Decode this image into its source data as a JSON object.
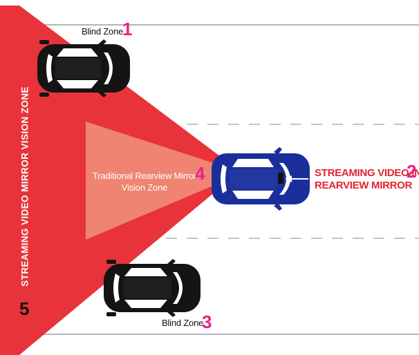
{
  "labels": {
    "blind_zone_top": "Blind Zone",
    "blind_zone_top_number": "1",
    "streaming_line1": "STREAMING VIDEO IN",
    "streaming_line2": "REARVIEW MIRROR",
    "streaming_number": "2",
    "blind_zone_bottom": "Blind Zone",
    "blind_zone_bottom_number": "3",
    "traditional_line1": "Traditional Rearview Mirror",
    "traditional_line2": "Vision Zone",
    "traditional_number": "4",
    "streaming_zone_vertical": "STREAMING VIDEO MIRROR VISION ZONE",
    "streaming_zone_number": "5"
  },
  "colors": {
    "streaming_zone": "#e8333a",
    "traditional_zone": "#ef8472",
    "ego_car": "#1b2f9c",
    "other_cars": "#141414",
    "accent_number": "#e91e8c",
    "streaming_text": "#e2242d",
    "lane_lines": "#b5b5b5"
  }
}
